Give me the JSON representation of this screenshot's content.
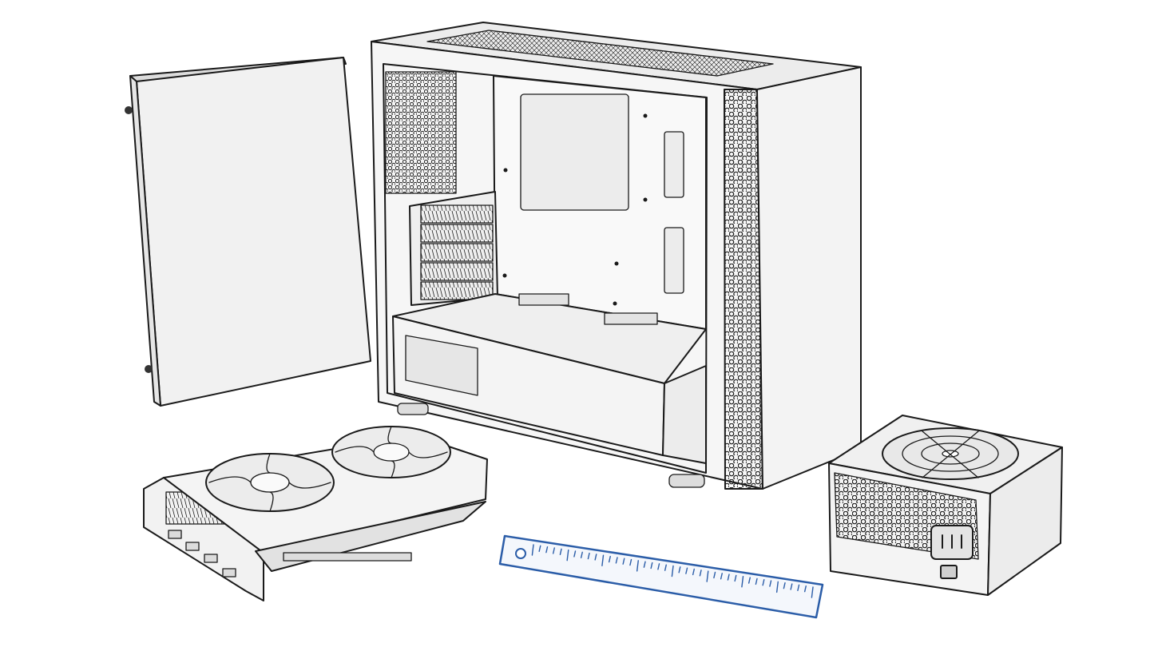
{
  "scene": {
    "background": "#ffffff",
    "line_color": "#1a1a1a",
    "panel_fill": "#f1f1f1",
    "interior_fill": "#f6f6f6",
    "shade_fill": "#e3e3e3",
    "ruler_color": "#2b5da8",
    "ruler_fill": "#f4f7fc",
    "items": [
      "pc-case",
      "side-panel",
      "graphics-card",
      "power-supply",
      "ruler"
    ],
    "ruler_ticks": 40
  }
}
